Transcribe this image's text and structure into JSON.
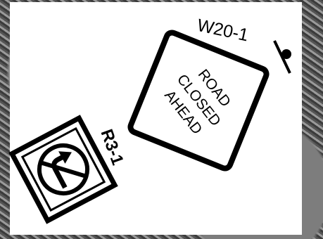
{
  "diagram": {
    "signs": [
      {
        "code": "W20-1",
        "legend": [
          "ROAD",
          "CLOSED",
          "AHEAD"
        ],
        "shape": "diamond"
      },
      {
        "code": "R3-1",
        "legend": [],
        "shape": "square",
        "symbol": "no-right-turn-icon"
      }
    ],
    "post_symbol": "sign-post-icon"
  },
  "colors": {
    "ink": "#000000",
    "paper": "#ffffff",
    "background": "#6b6b6b"
  }
}
